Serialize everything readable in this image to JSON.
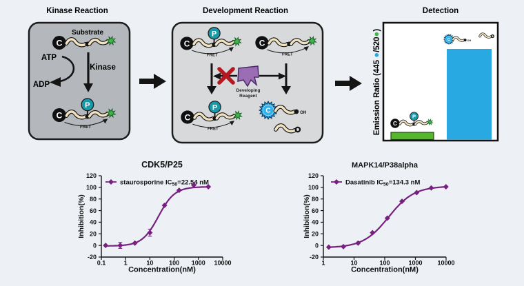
{
  "background": "#edf1f5",
  "workflow": {
    "panel1": {
      "title": "Kinase Reaction",
      "substrate_label": "Substrate",
      "atp": "ATP",
      "adp": "ADP",
      "kinase": "Kinase",
      "fret": "FRET"
    },
    "panel2": {
      "title": "Development Reaction",
      "developing_reagent_line1": "Developing",
      "developing_reagent_line2": "Reagent",
      "fret": "FRET",
      "oh": "OH"
    },
    "panel3": {
      "title": "Detection",
      "y_label_pre": "Emission Ratio (445 ",
      "y_label_mid": "/520",
      "y_label_end": ")",
      "oh": "OH",
      "bar_colors": {
        "low": "#56b72f",
        "high": "#29a9e1"
      }
    },
    "icons": {
      "donor": "C",
      "phosphate": "P",
      "coumarin": "C",
      "dot": "●"
    }
  },
  "chart_data": [
    {
      "type": "scatter-line",
      "title": "CDK5/P25",
      "legend": {
        "pre": "staurosporine IC",
        "sub": "50",
        "post": "=22.54 nM"
      },
      "xlabel": "Concentration(nM)",
      "ylabel": "Inhibition(%)",
      "x": [
        0.15,
        0.6,
        2.4,
        10,
        40,
        160,
        640,
        2560
      ],
      "y": [
        0,
        0,
        4,
        22,
        69,
        95,
        104,
        101
      ],
      "yerr": [
        0,
        5,
        0,
        6,
        0,
        0,
        0,
        0
      ],
      "ylim": [
        -20,
        120
      ],
      "ytick_step": 20,
      "xlim": [
        0.1,
        10000
      ],
      "xtick_labels": [
        "0.1",
        "1",
        "10",
        "100",
        "1000",
        "10000"
      ],
      "fit": {
        "bottom": -1,
        "top": 101,
        "ic50": 22.54,
        "hill": 1.3
      },
      "color": "#76217f",
      "grid": false,
      "legend_position": "top-left"
    },
    {
      "type": "scatter-line",
      "title": "MAPK14/P38alpha",
      "legend": {
        "pre": "Dasatinib IC",
        "sub": "50",
        "post": "=134.3 nM"
      },
      "xlabel": "Concentration(nM)",
      "ylabel": "Inhibition(%)",
      "x": [
        1.5,
        4.5,
        13.5,
        40,
        122,
        366,
        1098,
        3294,
        9882
      ],
      "y": [
        -3,
        -2,
        4,
        22,
        47,
        76,
        91,
        99,
        101
      ],
      "yerr": [
        0,
        0,
        0,
        0,
        0,
        0,
        0,
        0,
        0
      ],
      "ylim": [
        -20,
        120
      ],
      "ytick_step": 20,
      "xlim": [
        1,
        10000
      ],
      "xtick_labels": [
        "1",
        "10",
        "100",
        "1000",
        "10000"
      ],
      "fit": {
        "bottom": -4,
        "top": 102,
        "ic50": 134.3,
        "hill": 1.05
      },
      "color": "#76217f",
      "grid": false,
      "legend_position": "top-left"
    }
  ]
}
